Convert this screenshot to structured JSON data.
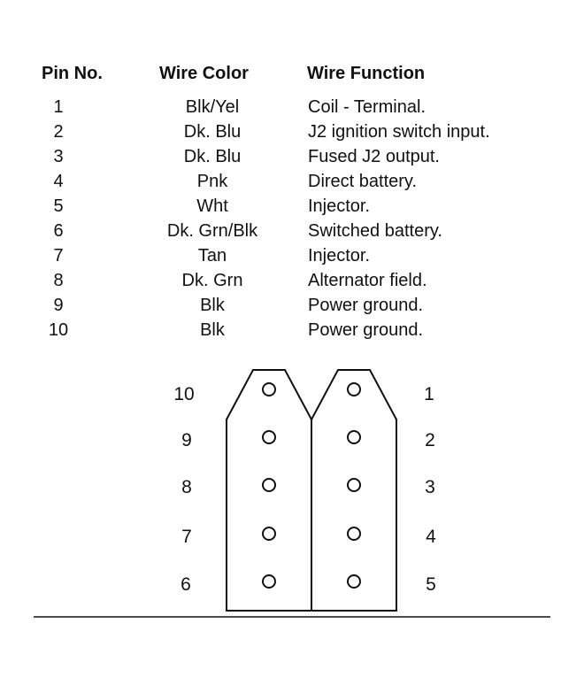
{
  "headers": {
    "pin": "Pin No.",
    "color": "Wire Color",
    "function": "Wire Function"
  },
  "rows": [
    {
      "pin": "1",
      "color": "Blk/Yel",
      "function": "Coil - Terminal."
    },
    {
      "pin": "2",
      "color": "Dk. Blu",
      "function": "J2 ignition switch input."
    },
    {
      "pin": "3",
      "color": "Dk. Blu",
      "function": "Fused J2 output."
    },
    {
      "pin": "4",
      "color": "Pnk",
      "function": "Direct battery."
    },
    {
      "pin": "5",
      "color": "Wht",
      "function": "Injector."
    },
    {
      "pin": "6",
      "color": "Dk. Grn/Blk",
      "function": "Switched battery."
    },
    {
      "pin": "7",
      "color": "Tan",
      "function": "Injector."
    },
    {
      "pin": "8",
      "color": "Dk. Grn",
      "function": "Alternator field."
    },
    {
      "pin": "9",
      "color": "Blk",
      "function": "Power ground."
    },
    {
      "pin": "10",
      "color": "Blk",
      "function": "Power ground."
    }
  ],
  "connector": {
    "left_labels": [
      "10",
      "9",
      "8",
      "7",
      "6"
    ],
    "right_labels": [
      "1",
      "2",
      "3",
      "4",
      "5"
    ]
  }
}
